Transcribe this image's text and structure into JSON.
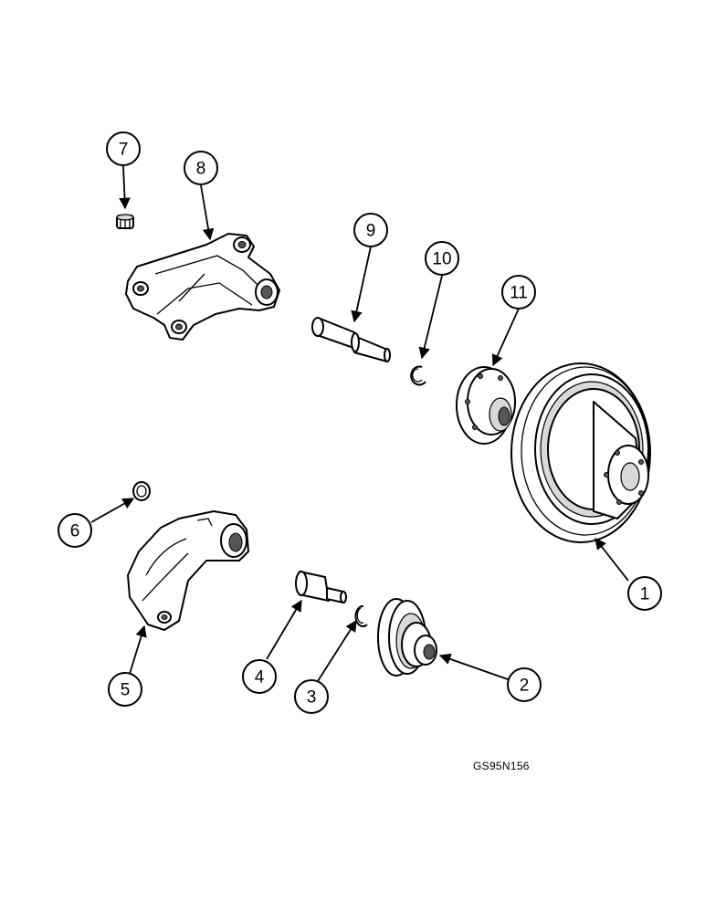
{
  "figure": {
    "code": "GS95N156"
  },
  "callouts": [
    {
      "id": "callout-1",
      "label": "1"
    },
    {
      "id": "callout-2",
      "label": "2"
    },
    {
      "id": "callout-3",
      "label": "3"
    },
    {
      "id": "callout-4",
      "label": "4"
    },
    {
      "id": "callout-5",
      "label": "5"
    },
    {
      "id": "callout-6",
      "label": "6"
    },
    {
      "id": "callout-7",
      "label": "7"
    },
    {
      "id": "callout-8",
      "label": "8"
    },
    {
      "id": "callout-9",
      "label": "9"
    },
    {
      "id": "callout-10",
      "label": "10"
    },
    {
      "id": "callout-11",
      "label": "11"
    }
  ]
}
